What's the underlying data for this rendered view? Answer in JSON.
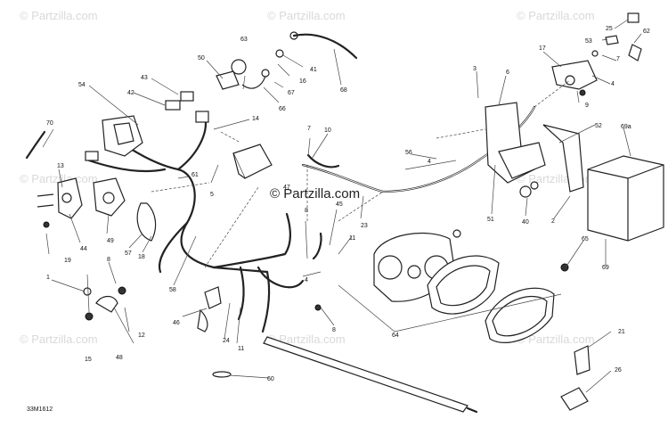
{
  "diagram": {
    "watermark_text": "© Partzilla.com",
    "center_watermark": "© Partzilla.com",
    "drawing_code": "33M1612",
    "callouts": {
      "c1": "1",
      "c2": "2",
      "c4a": "4",
      "c4b": "4",
      "c4c": "4",
      "c5": "5",
      "c6": "6",
      "c7a": "7",
      "c7b": "7",
      "c8a": "8",
      "c8b": "8",
      "c8c": "8",
      "c9": "9",
      "c10": "10",
      "c11a": "11",
      "c11b": "11",
      "c12": "12",
      "c13": "13",
      "c14": "14",
      "c15": "15",
      "c16": "16",
      "c17": "17",
      "c18": "18",
      "c19": "19",
      "c21": "21",
      "c23": "23",
      "c24": "24",
      "c25": "25",
      "c26": "26",
      "c40": "40",
      "c41": "41",
      "c42": "42",
      "c43": "43",
      "c44": "44",
      "c45": "45",
      "c46": "46",
      "c47": "47",
      "c48": "48",
      "c49": "49",
      "c50": "50",
      "c51": "51",
      "c52": "52",
      "c53": "53",
      "c54": "54",
      "c56": "56",
      "c57": "57",
      "c58": "58",
      "c60": "60",
      "c61": "61",
      "c62": "62",
      "c63": "63",
      "c64": "64",
      "c65": "65",
      "c66": "66",
      "c67": "67",
      "c68": "68",
      "c69": "69",
      "c69a": "69a",
      "c70": "70",
      "c3": "3"
    }
  }
}
